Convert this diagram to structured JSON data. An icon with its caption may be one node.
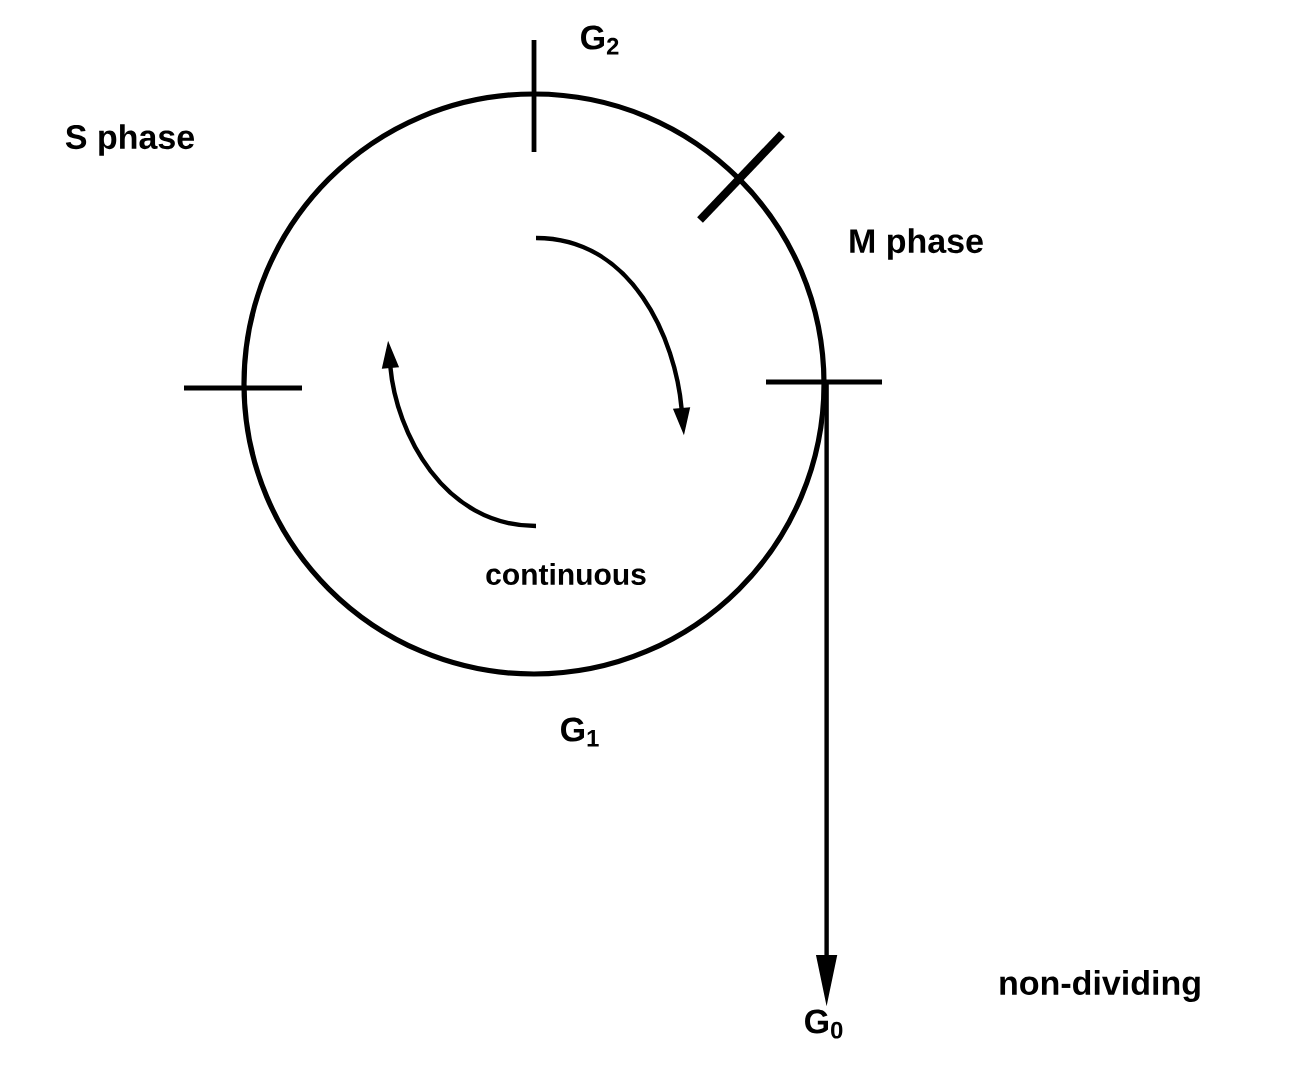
{
  "diagram": {
    "nodes": [
      {
        "text": [],
        "shape": "circle"
      },
      {
        "text": [
          "G$_{0}$"
        ]
      }
    ],
    "edges": [
      {
        "from": 0,
        "to": 1,
        "arrow": "to"
      }
    ],
    "labels": [
      "S phase",
      "G$_{2}$",
      "M phase",
      "continuous",
      "G$_{1}$",
      "non-dividing"
    ]
  }
}
